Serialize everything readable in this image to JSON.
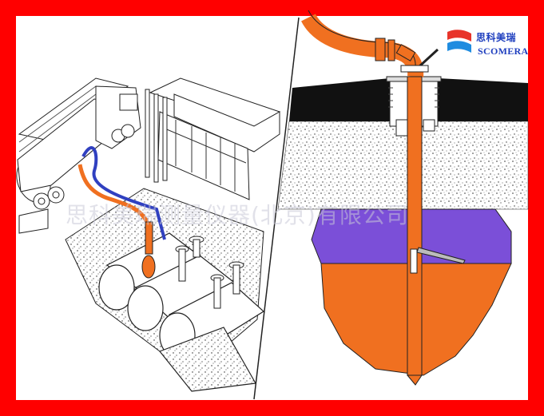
{
  "logo": {
    "name_cn": "思科美瑞",
    "name_en": "SCOMERA",
    "colors": {
      "red": "#e8342a",
      "blue": "#1f8ce0",
      "text": "#1f3fbf"
    }
  },
  "watermark": {
    "text": "思科美瑞测量仪器(北京)有限公司"
  },
  "colors": {
    "frame": "#ff0000",
    "pipe_orange": "#f07020",
    "product_orange": "#f07020",
    "layer_purple": "#7b4fd8",
    "hose_blue": "#3040c0",
    "ground_black": "#111111"
  }
}
